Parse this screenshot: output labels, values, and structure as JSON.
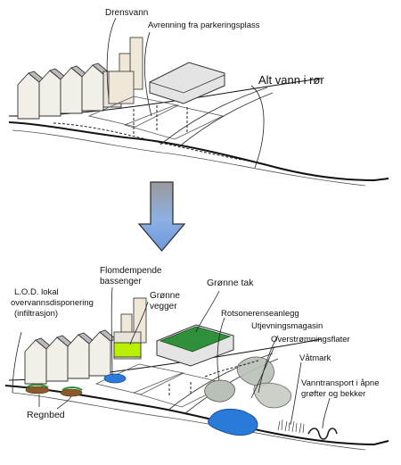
{
  "top_panel": {
    "labels": {
      "drensvann": "Drensvann",
      "avrenning": "Avrenning fra parkeringsplass",
      "alt_vann": "Alt vann i rør"
    }
  },
  "arrow": {
    "icon": "down-arrow-icon",
    "color": "#7ea3db"
  },
  "bottom_panel": {
    "labels": {
      "lod_line1": "L.O.D. lokal",
      "lod_line2": "overvannsdisponering",
      "lod_line3": "(infiltrasjon)",
      "flom_line1": "Flomdempende",
      "flom_line2": "bassenger",
      "gronne_vegger_line1": "Grønne",
      "gronne_vegger_line2": "vegger",
      "gronne_tak": "Grønne tak",
      "rotsone": "Rotsonerenseanlegg",
      "utjevning": "Utjevningsmagasin",
      "overstromning": "Overstrømningsflater",
      "vatmark": "Våtmark",
      "vanntransport_line1": "Vanntransport i åpne",
      "vanntransport_line2": "grøfter og bekker",
      "regnbed": "Regnbed"
    }
  },
  "colors": {
    "green_wall": "#b8f000",
    "green_roof": "#2f8f3a",
    "water_blue": "#2a7ad8",
    "rain_bed": "#8b5a2b",
    "gray_basin": "#b9c0b6"
  }
}
